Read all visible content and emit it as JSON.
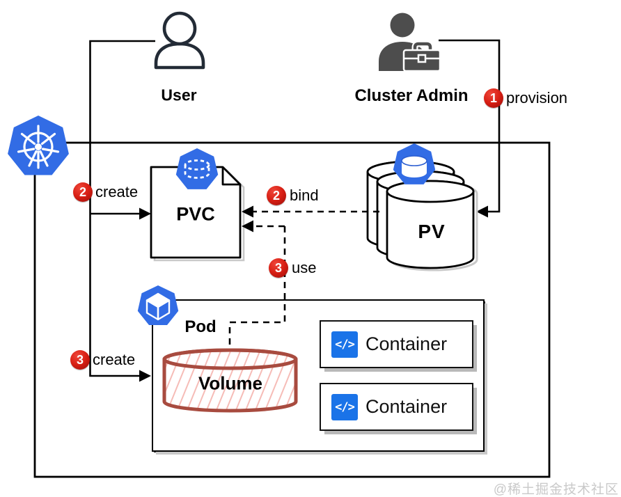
{
  "nodes": {
    "user": {
      "label": "User"
    },
    "cluster_admin": {
      "label": "Cluster Admin"
    },
    "pvc": {
      "label": "PVC"
    },
    "pv": {
      "label": "PV"
    },
    "pod": {
      "label": "Pod"
    },
    "volume": {
      "label": "Volume"
    },
    "container_1": {
      "label": "Container"
    },
    "container_2": {
      "label": "Container"
    }
  },
  "steps": {
    "provision": {
      "num": "1",
      "label": "provision"
    },
    "create_pvc": {
      "num": "2",
      "label": "create"
    },
    "bind": {
      "num": "2",
      "label": "bind"
    },
    "use": {
      "num": "3",
      "label": "use"
    },
    "create_pod": {
      "num": "3",
      "label": "create"
    }
  },
  "icons": {
    "container_glyph": "</>",
    "kubernetes_logo": "helm-wheel-heptagon",
    "pvc_icon": "dashed-cylinder-heptagon",
    "pv_icon": "cylinder-heptagon",
    "pod_icon": "cube-heptagon",
    "user_icon": "person-outline",
    "cluster_admin_icon": "person-with-toolbox"
  },
  "colors": {
    "kubernetes_blue": "#326CE5",
    "container_blue": "#1A73E8",
    "badge_red": "#C41111",
    "volume_stroke": "#A84B3F",
    "volume_hatch_pink": "#F6BCB7",
    "admin_gray": "#4D4D4D",
    "user_outline": "#232B36",
    "line_black": "#000000",
    "sketch_shadow_gray": "#C9C9C9",
    "watermark_gray": "#C9C9C9"
  },
  "watermark": {
    "text": "@稀土掘金技术社区"
  }
}
